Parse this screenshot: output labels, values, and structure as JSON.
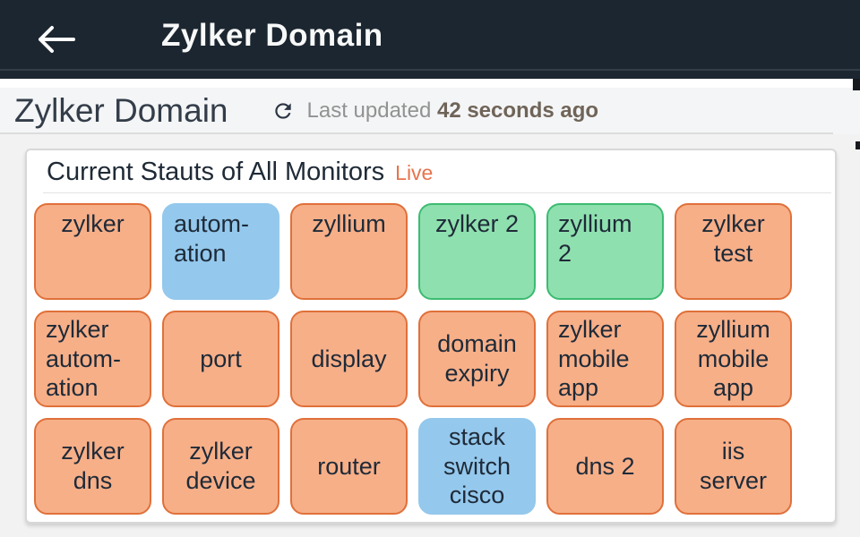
{
  "app_bar": {
    "title": "Zylker Domain",
    "back_icon": "arrow-left-icon"
  },
  "page_header": {
    "title": "Zylker Domain",
    "refresh_icon": "refresh-icon",
    "last_updated_label": "Last updated",
    "last_updated_value": "42 seconds ago"
  },
  "monitors_card": {
    "title": "Current Stauts of All Monitors",
    "live_badge": "Live",
    "palette": {
      "orange": {
        "fill": "#F7AF88",
        "border": "#E0703A"
      },
      "blue": {
        "fill": "#94C8EC",
        "border": "#94C8EC"
      },
      "green": {
        "fill": "#8FE0AF",
        "border": "#3DBB72"
      }
    },
    "tiles": [
      {
        "label": "zylker",
        "color": "orange",
        "align": "center",
        "valign": "top"
      },
      {
        "label": "autom-\nation",
        "color": "blue",
        "align": "left",
        "valign": "top"
      },
      {
        "label": "zyllium",
        "color": "orange",
        "align": "center",
        "valign": "top"
      },
      {
        "label": "zylker 2",
        "color": "green",
        "align": "center",
        "valign": "top"
      },
      {
        "label": "zyllium\n2",
        "color": "green",
        "align": "left",
        "valign": "top"
      },
      {
        "label": "zylker\ntest",
        "color": "orange",
        "align": "center",
        "valign": "top"
      },
      {
        "label": "zylker\nautom-\nation",
        "color": "orange",
        "align": "left",
        "valign": "center"
      },
      {
        "label": "port",
        "color": "orange",
        "align": "center",
        "valign": "center"
      },
      {
        "label": "display",
        "color": "orange",
        "align": "center",
        "valign": "center"
      },
      {
        "label": "domain\nexpiry",
        "color": "orange",
        "align": "center",
        "valign": "center"
      },
      {
        "label": "zylker\nmobile\napp",
        "color": "orange",
        "align": "left",
        "valign": "center"
      },
      {
        "label": "zyllium\nmobile\napp",
        "color": "orange",
        "align": "center",
        "valign": "center"
      },
      {
        "label": "zylker\ndns",
        "color": "orange",
        "align": "center",
        "valign": "center"
      },
      {
        "label": "zylker\ndevice",
        "color": "orange",
        "align": "center",
        "valign": "center"
      },
      {
        "label": "router",
        "color": "orange",
        "align": "center",
        "valign": "center"
      },
      {
        "label": "stack\nswitch\ncisco",
        "color": "blue",
        "align": "center",
        "valign": "center"
      },
      {
        "label": "dns 2",
        "color": "orange",
        "align": "center",
        "valign": "center"
      },
      {
        "label": "iis\nserver",
        "color": "orange",
        "align": "center",
        "valign": "center"
      }
    ]
  },
  "colors": {
    "app_bar_bg": "#1C2630",
    "sub_header_bg": "#F4F5F6",
    "card_bg": "#FFFFFF",
    "live_accent": "#E7744C",
    "tile_text": "#1E2A38",
    "title_text": "#333D49"
  }
}
